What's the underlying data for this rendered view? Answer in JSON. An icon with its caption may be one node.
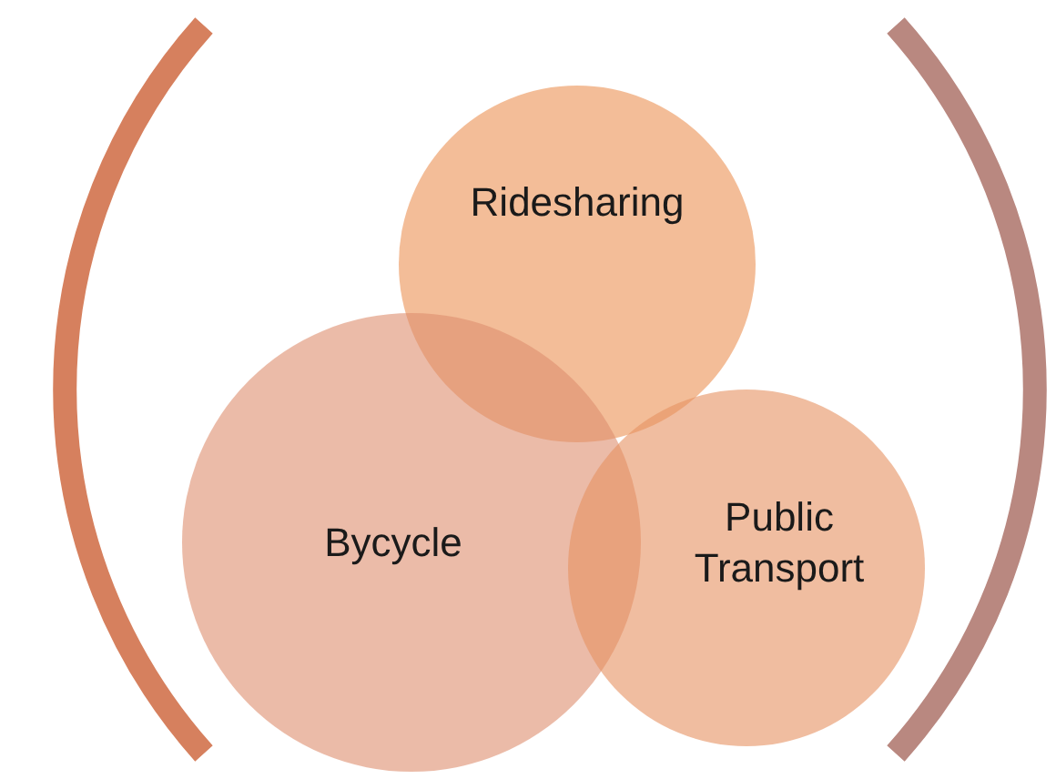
{
  "diagram": {
    "nodes": [
      {
        "text": [
          "Ridesharing"
        ]
      },
      {
        "text": [
          "Bycycle"
        ]
      },
      {
        "text": [
          "Public Transport"
        ]
      }
    ]
  }
}
